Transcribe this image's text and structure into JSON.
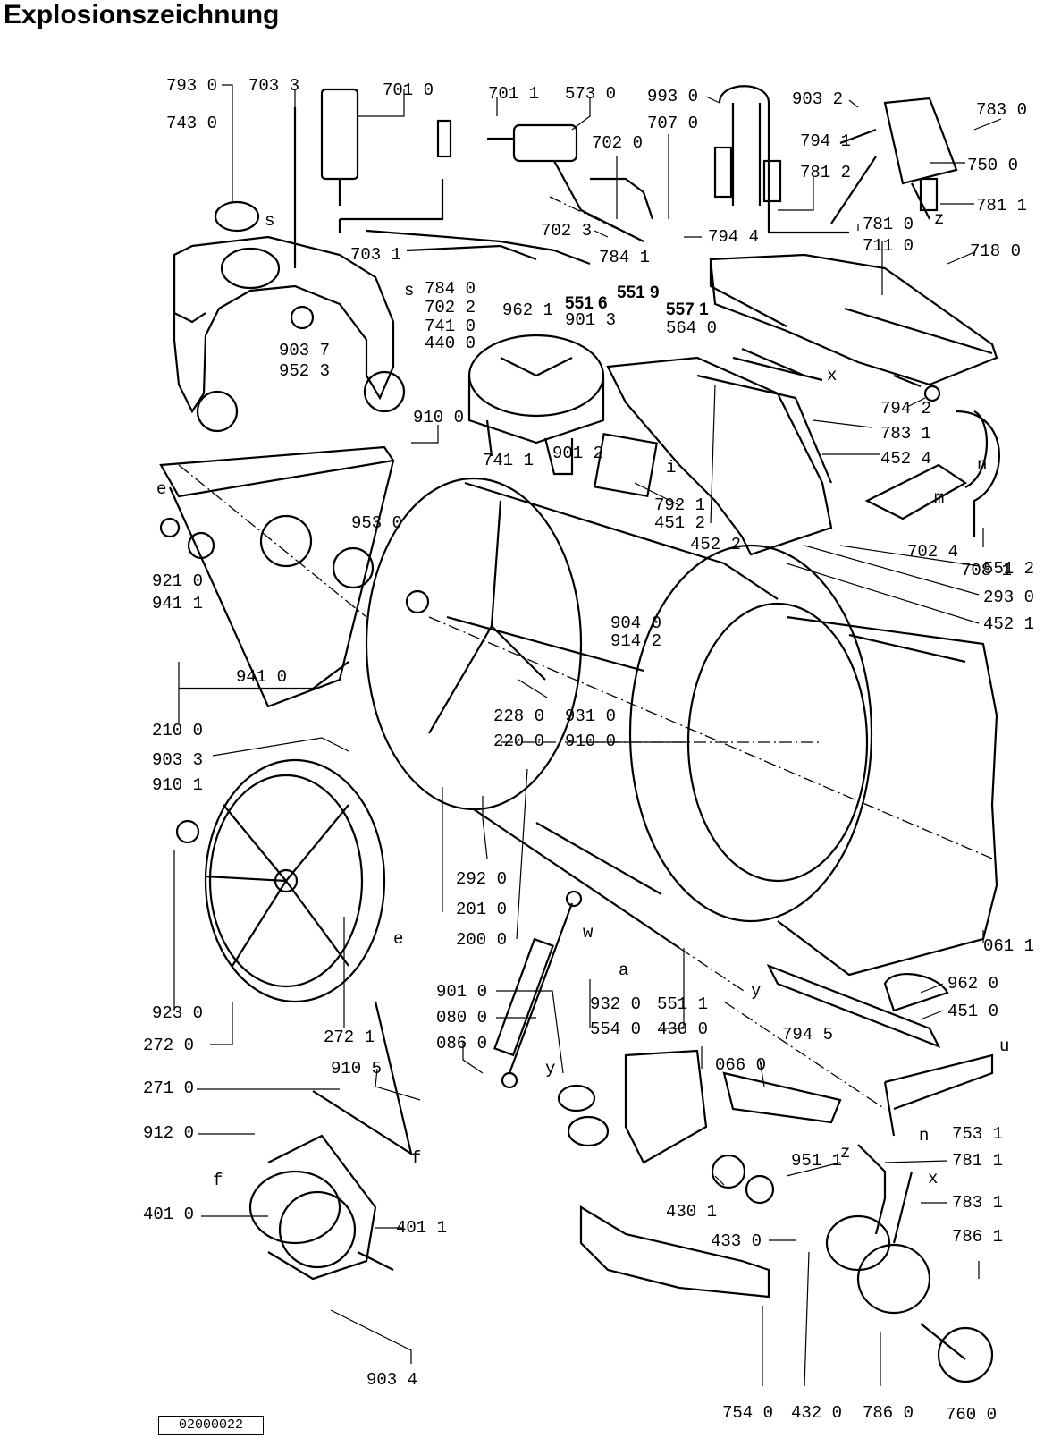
{
  "header": {
    "title": "Explosionszeichnung"
  },
  "footer": {
    "doc_number": "02000022"
  },
  "part_labels": [
    "793 0",
    "703 3",
    "701 0",
    "701 1",
    "573 0",
    "993 0",
    "903 2",
    "783 0",
    "743 0",
    "707 0",
    "794 1",
    "750 0",
    "781 2",
    "781 1",
    "702 0",
    "702 3",
    "794 4",
    "781 0",
    "711 0",
    "718 0",
    "703 1",
    "784 1",
    "784 0",
    "702 2",
    "551 6",
    "551 9",
    "557 1",
    "564 0",
    "962 1",
    "901 3",
    "741 0",
    "440 0",
    "903 7",
    "952 3",
    "910 0",
    "741 1",
    "901 2",
    "794 2",
    "783 1",
    "452 4",
    "792 1",
    "451 2",
    "452 2",
    "551 2",
    "293 0",
    "452 1",
    "702 4",
    "708 1",
    "921 0",
    "941 1",
    "953 0",
    "941 0",
    "904 0",
    "914 2",
    "210 0",
    "228 0",
    "931 0",
    "220 0",
    "910 0",
    "903 3",
    "910 1",
    "292 0",
    "201 0",
    "200 0",
    "061 1",
    "962 0",
    "451 0",
    "923 0",
    "272 0",
    "272 1",
    "901 0",
    "080 0",
    "086 0",
    "932 0",
    "554 0",
    "551 1",
    "430 0",
    "794 5",
    "271 0",
    "910 5",
    "066 0",
    "753 1",
    "912 0",
    "951 1",
    "781 1",
    "783 1",
    "430 1",
    "401 0",
    "401 1",
    "433 0",
    "786 1",
    "903 4",
    "754 0",
    "432 0",
    "786 0",
    "760 0"
  ],
  "marker_letters": [
    "s",
    "s",
    "z",
    "x",
    "e",
    "n",
    "m",
    "i",
    "w",
    "a",
    "y",
    "y",
    "e",
    "u",
    "z",
    "x",
    "f",
    "f",
    "n"
  ]
}
